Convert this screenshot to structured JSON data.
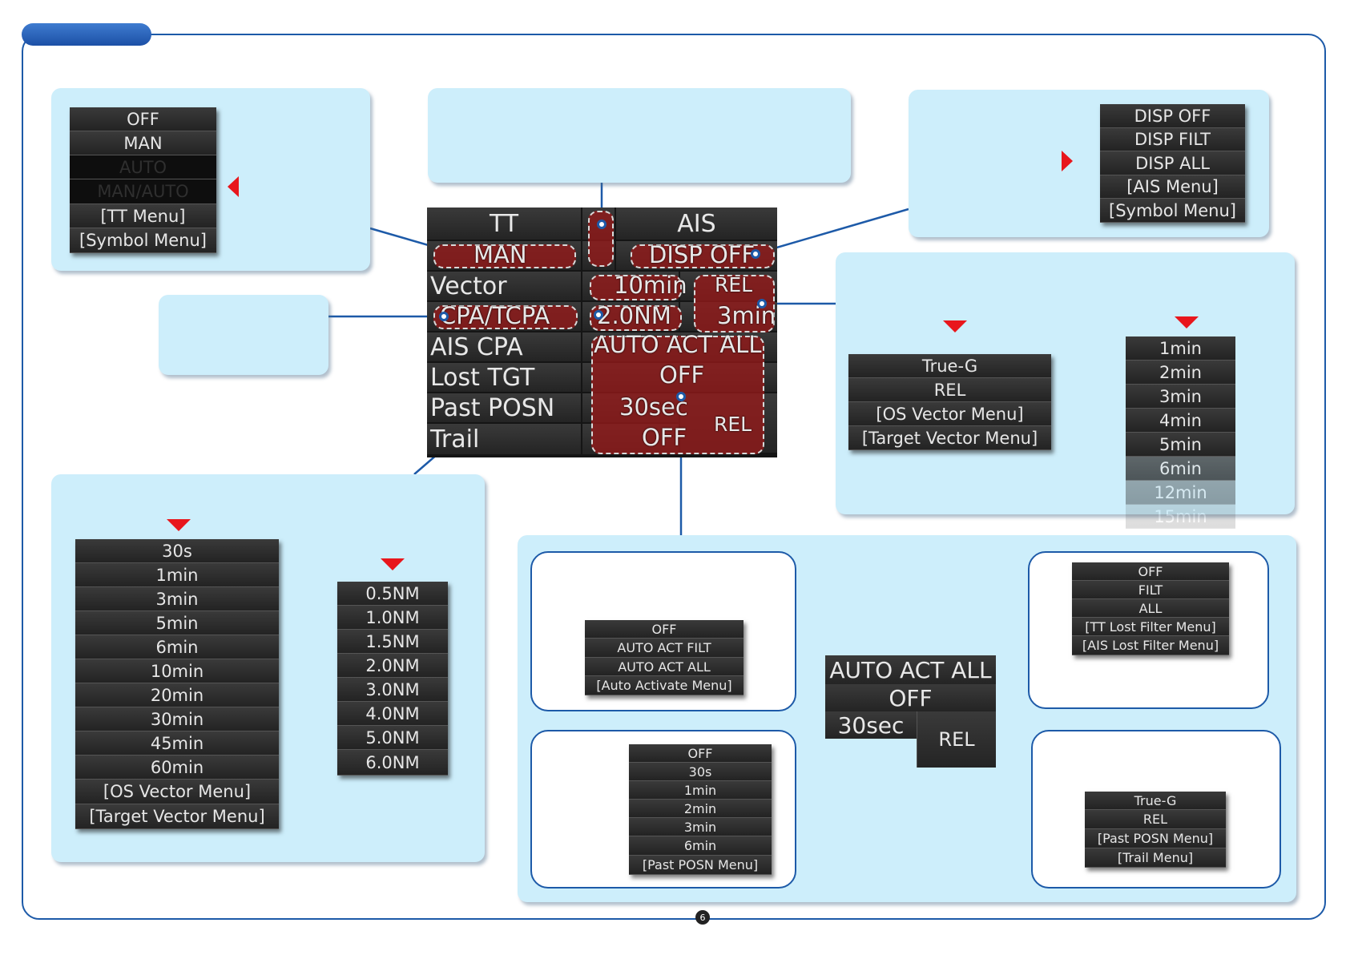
{
  "page_number": "6",
  "colors": {
    "frame_blue": "#1d5aa8",
    "panel_bg": "#cdeefb",
    "highlight_red": "#961919",
    "arrow_red": "#e8161c"
  },
  "icons": {
    "down_arrow": "red-down-triangle",
    "left_arrow": "red-left-triangle",
    "right_arrow": "red-right-triangle"
  },
  "tt_mode_menu": {
    "items": [
      "OFF",
      "MAN",
      "AUTO",
      "MAN/AUTO",
      "[TT Menu]",
      "[Symbol Menu]"
    ]
  },
  "ais_display_menu": {
    "items": [
      "DISP OFF",
      "DISP FILT",
      "DISP ALL",
      "[AIS Menu]",
      "[Symbol Menu]"
    ]
  },
  "vector_mode_menu": {
    "items": [
      "True-G",
      "REL",
      "[OS Vector Menu]",
      "[Target Vector Menu]"
    ]
  },
  "vector_time_menu": {
    "items": [
      "1min",
      "2min",
      "3min",
      "4min",
      "5min",
      "6min",
      "12min",
      "15min"
    ]
  },
  "tcpa_menu": {
    "items": [
      "30s",
      "1min",
      "3min",
      "5min",
      "6min",
      "10min",
      "20min",
      "30min",
      "45min",
      "60min",
      "[OS Vector Menu]",
      "[Target Vector Menu]"
    ]
  },
  "cpa_menu": {
    "items": [
      "0.5NM",
      "1.0NM",
      "1.5NM",
      "2.0NM",
      "3.0NM",
      "4.0NM",
      "5.0NM",
      "6.0NM"
    ]
  },
  "auto_activate_menu": {
    "items": [
      "OFF",
      "AUTO ACT FILT",
      "AUTO ACT ALL",
      "[Auto Activate Menu]"
    ]
  },
  "lost_filter_menu": {
    "items": [
      "OFF",
      "FILT",
      "ALL",
      "[TT Lost Filter Menu]",
      "[AIS Lost Filter Menu]"
    ]
  },
  "past_posn_menu": {
    "items": [
      "OFF",
      "30s",
      "1min",
      "2min",
      "3min",
      "6min",
      "[Past POSN Menu]"
    ]
  },
  "past_posn_mode_menu": {
    "items": [
      "True-G",
      "REL",
      "[Past POSN Menu]",
      "[Trail Menu]"
    ]
  },
  "table": {
    "tt_header": "TT",
    "ais_header": "AIS",
    "tt_mode": "MAN",
    "ais_mode": "DISP OFF",
    "vector_label": "Vector",
    "vector_time": "10min",
    "vector_mode": "REL",
    "cpa_label": "CPA/TCPA",
    "cpa_value": "2.0NM",
    "tcpa_value": "3min",
    "ais_cpa_label": "AIS CPA",
    "ais_cpa_value": "AUTO ACT ALL",
    "lost_label": "Lost TGT",
    "lost_value": "OFF",
    "past_label": "Past POSN",
    "past_value": "30sec",
    "past_mode": "REL",
    "trail_label": "Trail",
    "trail_value": "OFF"
  },
  "zoom": {
    "ais_cpa_value": "AUTO ACT ALL",
    "lost_value": "OFF",
    "past_value": "30sec",
    "past_mode": "REL"
  }
}
